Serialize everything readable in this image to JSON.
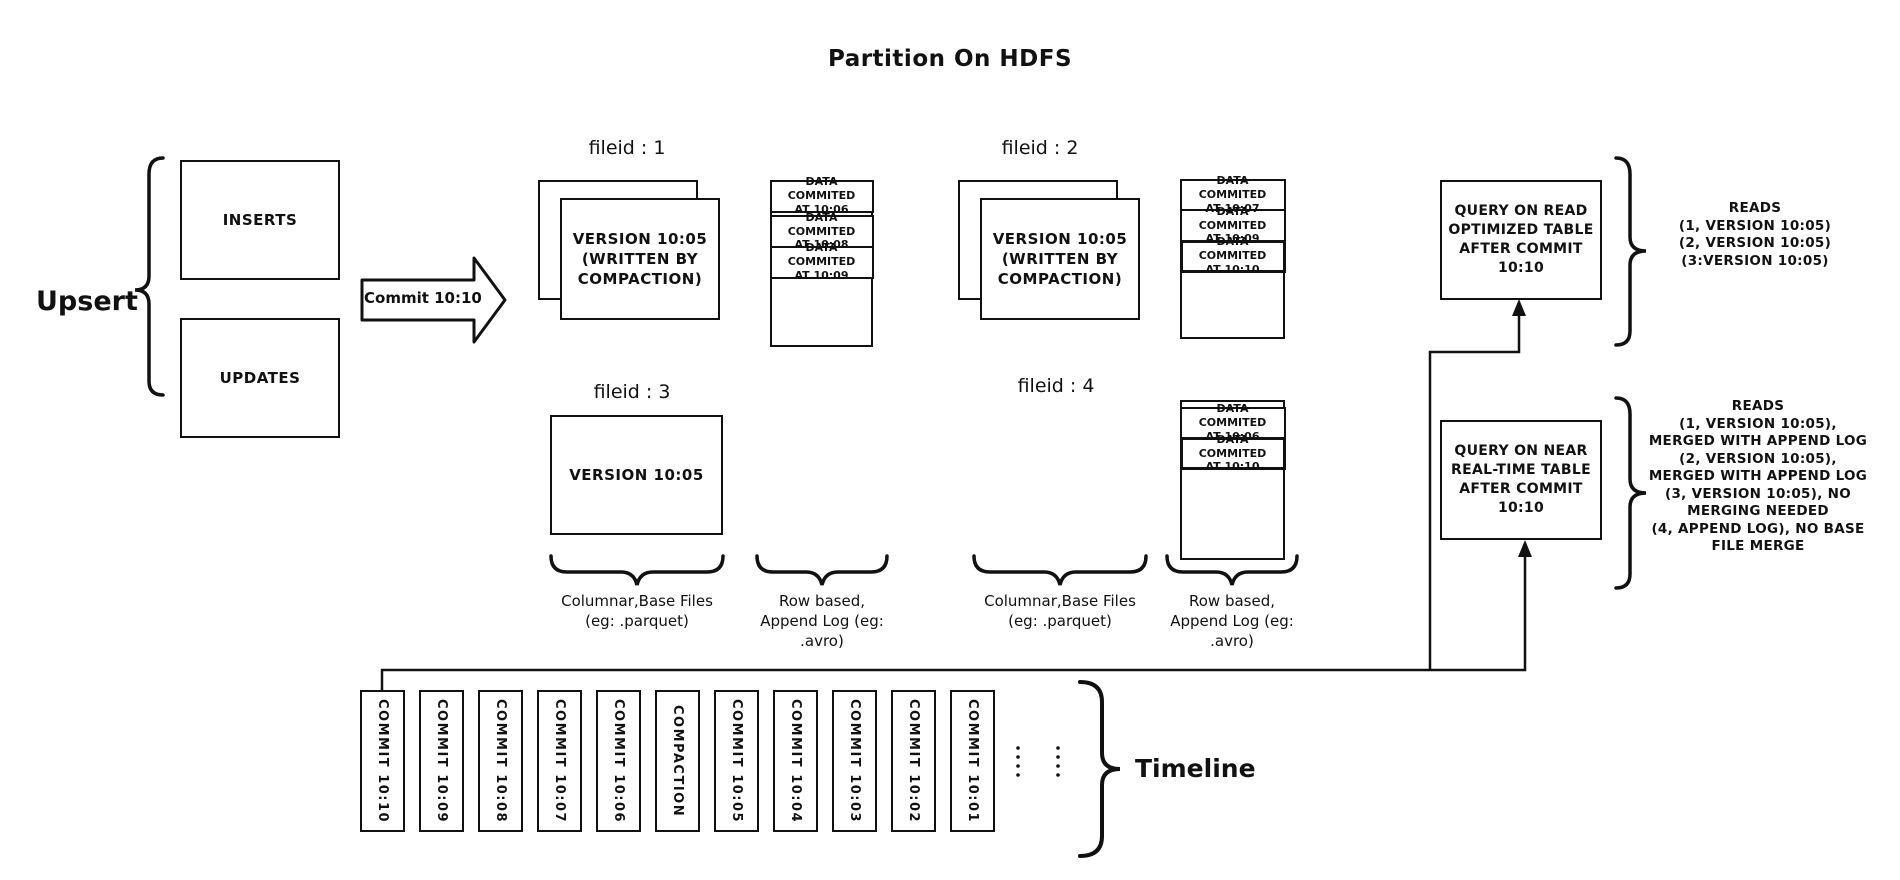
{
  "title": "Partition On HDFS",
  "colors": {
    "ink": "#111111",
    "paper": "#ffffff"
  },
  "upsert": {
    "label": "Upsert",
    "inserts_label": "INSERTS",
    "updates_label": "UPDATES"
  },
  "commit_arrow_label": "Commit 10:10",
  "file_groups": {
    "g1": {
      "label": "fileid : 1",
      "base_text": "VERSION 10:05\n(WRITTEN BY\nCOMPACTION)"
    },
    "g2": {
      "label": "fileid : 2",
      "base_text": "VERSION 10:05\n(WRITTEN BY\nCOMPACTION)"
    },
    "g3": {
      "label": "fileid : 3",
      "base_text": "VERSION 10:05"
    },
    "g4": {
      "label": "fileid : 4"
    }
  },
  "logs": {
    "log1": {
      "segments": [
        "DATA COMMITED\nAT 10:06",
        "DATA COMMITED\nAT 10:08",
        "DATA COMMITED\nAT 10:09"
      ]
    },
    "log2": {
      "segments": [
        "DATA COMMITED\nAT 10:07",
        "DATA COMMITED\nAT 10:09",
        "DATA COMMITED\nAT 10:10"
      ]
    },
    "log4": {
      "segments": [
        "DATA COMMITED\nAT 10:06",
        "DATA COMMITED\nAT 10:10"
      ]
    }
  },
  "captions": {
    "columnar_1": "Columnar,Base Files\n(eg: .parquet)",
    "row_based_1": "Row based,\nAppend Log  (eg:\n.avro)",
    "columnar_2": "Columnar,Base Files\n(eg: .parquet)",
    "row_based_2": "Row based,\nAppend Log  (eg:\n.avro)"
  },
  "queries": {
    "read_optimized": {
      "box_text": "QUERY ON READ\nOPTIMIZED TABLE\nAFTER COMMIT\n10:10",
      "reads": "READS\n(1, VERSION 10:05)\n(2, VERSION 10:05)\n(3:VERSION 10:05)"
    },
    "near_real_time": {
      "box_text": "QUERY ON NEAR\nREAL-TIME TABLE\nAFTER COMMIT\n10:10",
      "reads": "READS\n(1, VERSION 10:05),\nMERGED WITH APPEND LOG\n(2, VERSION 10:05),\nMERGED WITH APPEND LOG\n(3, VERSION 10:05), NO\nMERGING NEEDED\n(4, APPEND LOG), NO BASE\nFILE MERGE"
    }
  },
  "timeline": {
    "label": "Timeline",
    "items": [
      "COMMIT 10:10",
      "COMMIT 10:09",
      "COMMIT 10:08",
      "COMMIT 10:07",
      "COMMIT 10:06",
      "COMPACTION",
      "COMMIT 10:05",
      "COMMIT 10:04",
      "COMMIT 10:03",
      "COMMIT 10:02",
      "COMMIT 10:01"
    ]
  }
}
